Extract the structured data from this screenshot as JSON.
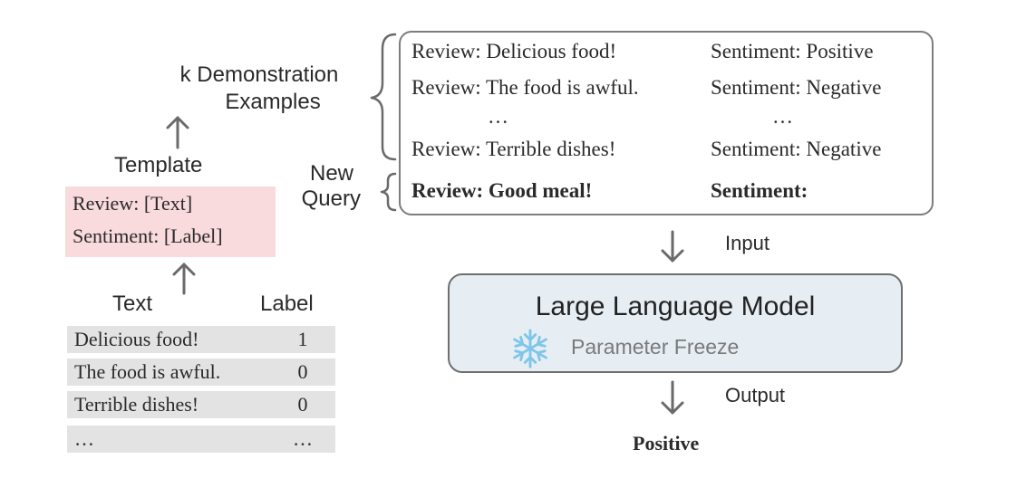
{
  "demonstration": {
    "line1": "k Demonstration",
    "line2": "Examples"
  },
  "template": {
    "heading": "Template",
    "lines": [
      "Review: [Text]",
      "Sentiment: [Label]"
    ]
  },
  "dataset": {
    "headers": {
      "text": "Text",
      "label": "Label"
    },
    "rows": [
      {
        "text": "Delicious food!",
        "label": "1"
      },
      {
        "text": "The food is awful.",
        "label": "0"
      },
      {
        "text": "Terrible dishes!",
        "label": "0"
      },
      {
        "text": "…",
        "label": "…"
      }
    ]
  },
  "prompt": {
    "examples": [
      {
        "review": "Review: Delicious food!",
        "sentiment": "Sentiment: Positive"
      },
      {
        "review": "Review: The food is awful.",
        "sentiment": "Sentiment: Negative"
      },
      {
        "review": "…",
        "sentiment": "…"
      },
      {
        "review": "Review: Terrible dishes!",
        "sentiment": "Sentiment: Negative"
      }
    ],
    "query": {
      "review": "Review: Good meal!",
      "sentiment": "Sentiment:"
    }
  },
  "new_query": {
    "line1": "New",
    "line2": "Query"
  },
  "flow": {
    "input_label": "Input",
    "output_label": "Output"
  },
  "llm": {
    "title": "Large Language Model",
    "freeze_label": "Parameter Freeze"
  },
  "result": "Positive",
  "colors": {
    "template_bg": "#f9dadd",
    "row_bg": "#e3e3e3",
    "llm_bg": "#e6eef3",
    "snowflake": "#7fc6ea"
  }
}
